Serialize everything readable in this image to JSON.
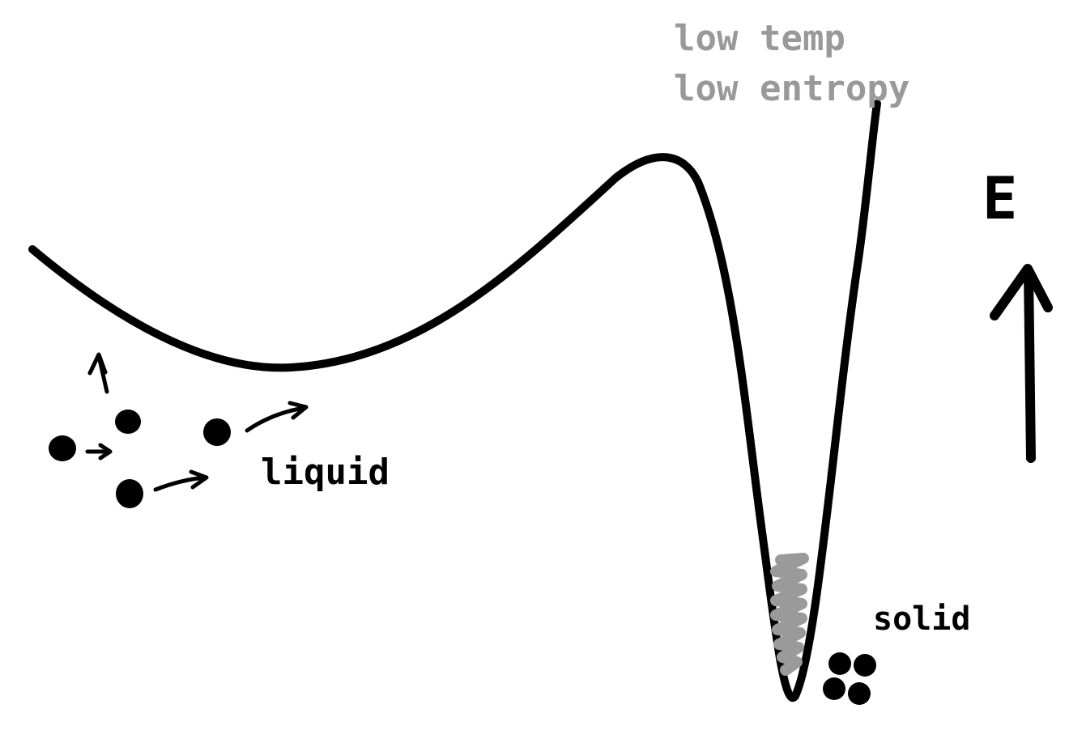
{
  "labels": {
    "liquid": "liquid",
    "solid": "solid",
    "low_temp": "low temp",
    "low_entropy": "low entropy",
    "energy_axis": "E"
  },
  "colors": {
    "ink": "#000000",
    "annotation": "#999999",
    "shading": "#9a9a9a"
  }
}
